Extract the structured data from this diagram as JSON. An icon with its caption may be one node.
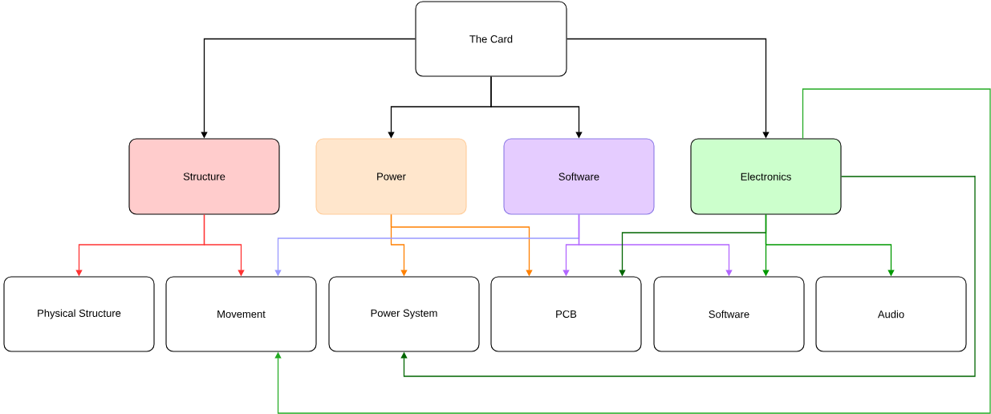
{
  "diagram": {
    "nodes": [
      {
        "text": [
          "The Card"
        ]
      },
      {
        "text": [
          "Structure"
        ]
      },
      {
        "text": [
          "Power"
        ]
      },
      {
        "text": [
          "Software"
        ]
      },
      {
        "text": [
          "Electronics"
        ]
      },
      {
        "text": [
          "Physical Structure"
        ]
      },
      {
        "text": [
          "Movement"
        ]
      },
      {
        "text": [
          "Power System"
        ]
      },
      {
        "text": [
          "PCB"
        ]
      },
      {
        "text": [
          "Software"
        ]
      },
      {
        "text": [
          "Audio"
        ]
      }
    ],
    "edges": [
      {
        "from": 0,
        "to": 1,
        "arrow": "to"
      },
      {
        "from": 0,
        "to": 2,
        "arrow": "to"
      },
      {
        "from": 0,
        "to": 3,
        "arrow": "to"
      },
      {
        "from": 0,
        "to": 4,
        "arrow": "to"
      },
      {
        "from": 1,
        "to": 5,
        "arrow": "to",
        "color": "#ff3333"
      },
      {
        "from": 1,
        "to": 6,
        "arrow": "to",
        "color": "#ff3333"
      },
      {
        "from": 2,
        "to": 7,
        "arrow": "to",
        "color": "#ff8000"
      },
      {
        "from": 2,
        "to": 8,
        "arrow": "to",
        "color": "#ff8000"
      },
      {
        "from": 3,
        "to": 6,
        "arrow": "to",
        "color": "#9999ff"
      },
      {
        "from": 3,
        "to": 8,
        "arrow": "to",
        "color": "#b266ff"
      },
      {
        "from": 3,
        "to": 9,
        "arrow": "to",
        "color": "#b266ff"
      },
      {
        "from": 4,
        "to": 8,
        "arrow": "to",
        "color": "#006600"
      },
      {
        "from": 4,
        "to": 9,
        "arrow": "to",
        "color": "#009900"
      },
      {
        "from": 4,
        "to": 10,
        "arrow": "to",
        "color": "#009900"
      },
      {
        "from": 4,
        "to": 7,
        "arrow": "to",
        "color": "#006600"
      },
      {
        "from": 4,
        "to": 6,
        "arrow": "to",
        "color": "#22aa22"
      }
    ]
  }
}
